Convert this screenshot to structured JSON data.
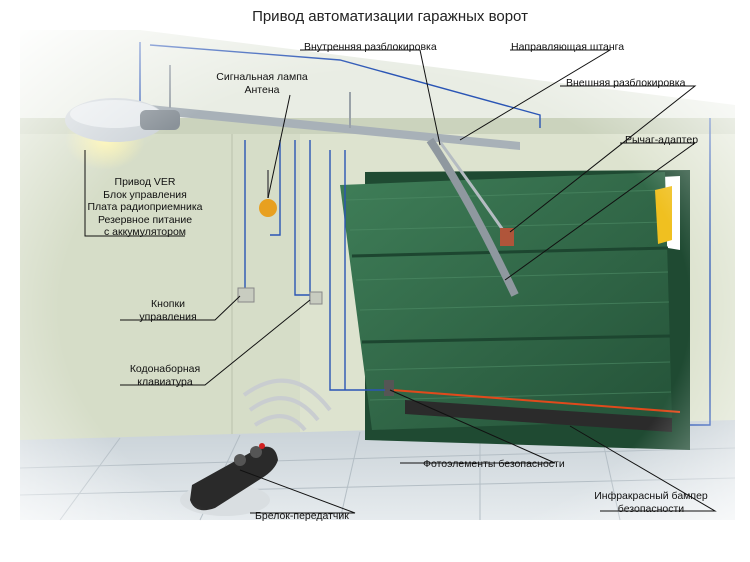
{
  "title": "Привод автоматизации гаражных ворот",
  "labels": {
    "inner_release": "Внутренняя разблокировка",
    "guide_rail": "Направляющая штанга",
    "signal_lamp": [
      "Сигнальная лампа",
      "Антена"
    ],
    "outer_release": "Внешняя разблокировка",
    "lever_adapter": "Рычаг-адаптер",
    "drive": [
      "Привод VER",
      "Блок управления",
      "Плата радиоприемника",
      "Резервное питание",
      "с аккумулятором"
    ],
    "control_buttons": [
      "Кнопки",
      "управления"
    ],
    "keypad": [
      "Кодонаборная",
      "клавиатура"
    ],
    "photocells": "Фотоэлементы безопасности",
    "ir_bumper": [
      "Инфракрасный бампер",
      "безопасности"
    ],
    "remote": "Брелок-передатчик"
  },
  "colors": {
    "door": "#2f6a48",
    "door_dark": "#1f4a32",
    "wall": "#d8dfc9",
    "floor": "#c9d2d8",
    "wire": "#2a55b5",
    "leader": "#111111",
    "beam": "#e04a1c"
  }
}
